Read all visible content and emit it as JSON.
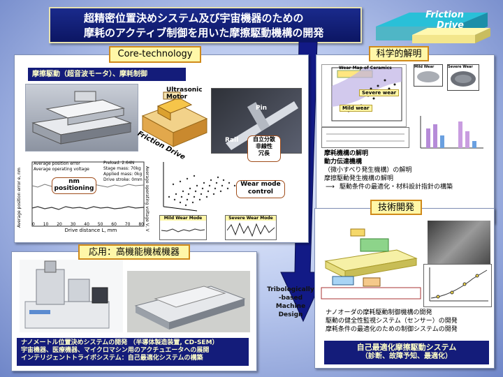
{
  "title": {
    "line1": "超精密位置決めシステム及び宇宙機器のための",
    "line2": "摩耗のアクティブ制御を用いた摩擦駆動機構の開発"
  },
  "logo": {
    "line1": "Friction",
    "line2": "Drive"
  },
  "core": {
    "label": "Core-technology",
    "subtitle": "摩擦駆動（超音波モータ）、摩耗制御",
    "motor_label": "Ultrasonic Motor",
    "friction_drive": "Friction Drive",
    "pin": "Pin",
    "rail": "Rail",
    "callout_autonomous": "自立分散\n非線性\n冗長",
    "nm_positioning": "nm positioning",
    "wear_mode_control": "Wear mode control",
    "legend_error": "Average position error",
    "legend_voltage": "Average operating voltage",
    "specs": [
      "Preload: 2.64N",
      "Stage mass: 70kg",
      "Applied mass: 0kg",
      "Drive stroke: 0mm"
    ],
    "xlabel": "Drive distance L, mm",
    "ylabel_left": "Average position error e, nm",
    "ylabel_right": "Average operating voltage V, V",
    "x_ticks": [
      "0",
      "10",
      "20",
      "30",
      "40",
      "50",
      "60",
      "70",
      "80"
    ],
    "mild_wear_mode": "Mild Wear Mode",
    "severe_wear_mode": "Severe Wear Mode"
  },
  "science": {
    "label": "科学的解明",
    "wear_map": "Wear Map of Ceramics",
    "severe_wear": "Severe wear",
    "mild_wear": "Mild wear",
    "mild_wear_img": "Mild Wear",
    "severe_wear_img": "Severe Wear",
    "items": [
      "摩耗機構の解明",
      "動力伝達機構",
      "（微小すべり発生機構）の解明",
      "摩擦駆動発生機構の解明",
      "駆動条件の最適化・材料設計指針の構築"
    ]
  },
  "tech": {
    "label": "技術開発",
    "items": [
      "ナノオーダの摩耗駆動制御機構の開発",
      "駆動の健全性監視システム（センサー）の開発",
      "摩耗条件の最適化のための制御システムの開発"
    ],
    "footer_line1": "自己最適化摩擦駆動システム",
    "footer_line2": "（診断、故障予知、最適化）"
  },
  "app": {
    "label": "応用：高機能機械機器",
    "items": [
      "ナノメートル位置決めシステムの開発 （半導体製造装置, CD-SEM）",
      "宇宙機器、医療機器、マイクロマシン用のアクチュエータへの展開",
      "インテリジェントトライボシステム：自己最適化システムの構築"
    ]
  },
  "center_arrow": {
    "line1": "Tribologically",
    "line2": "-based",
    "line3": "Machine",
    "line4": "Design"
  },
  "colors": {
    "navy": "#141c7a",
    "label_fill": "#fff7a8",
    "label_border": "#d08a1a"
  }
}
